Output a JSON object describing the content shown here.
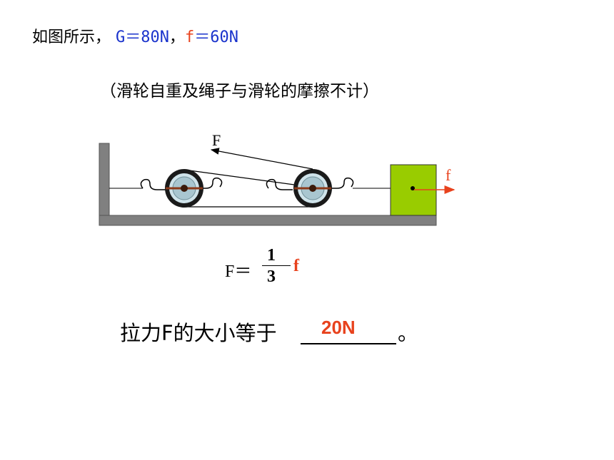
{
  "header": {
    "prefix": "如图所示，",
    "g_value": "G＝80N",
    "comma": "，",
    "f_label": "f",
    "f_value": "＝60N"
  },
  "note": "（滑轮自重及绳子与滑轮的摩擦不计）",
  "diagram": {
    "force_F_label": "F",
    "force_f_label": "f",
    "colors": {
      "block": "#99cc00",
      "force_f": "#e8421d",
      "wall": "#808080"
    }
  },
  "formula": {
    "lhs": "F＝",
    "numerator": "1",
    "denominator": "3",
    "variable": "f"
  },
  "question": {
    "text": "拉力F的大小等于",
    "answer": "20N",
    "end": "。"
  }
}
